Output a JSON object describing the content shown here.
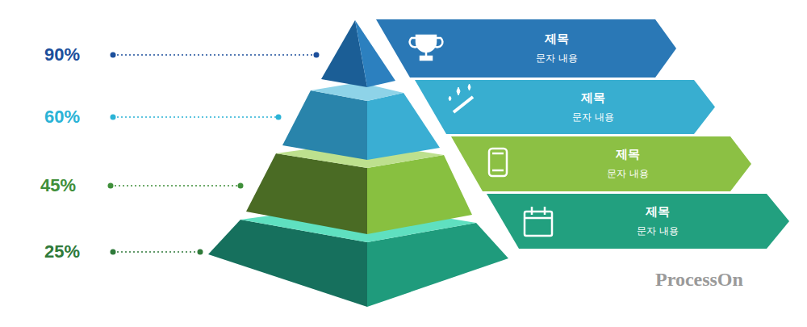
{
  "diagram": {
    "nodes": [
      {
        "text": [
          "제목",
          "문자 내용"
        ]
      },
      {
        "text": [
          "제목",
          "문자 내용"
        ]
      },
      {
        "text": [
          "제목",
          "문자 내용"
        ]
      },
      {
        "text": [
          "제목",
          "문자 내용"
        ]
      }
    ],
    "labels": [
      "90%",
      "60%",
      "45%",
      "25%",
      "ProcessOn"
    ]
  }
}
